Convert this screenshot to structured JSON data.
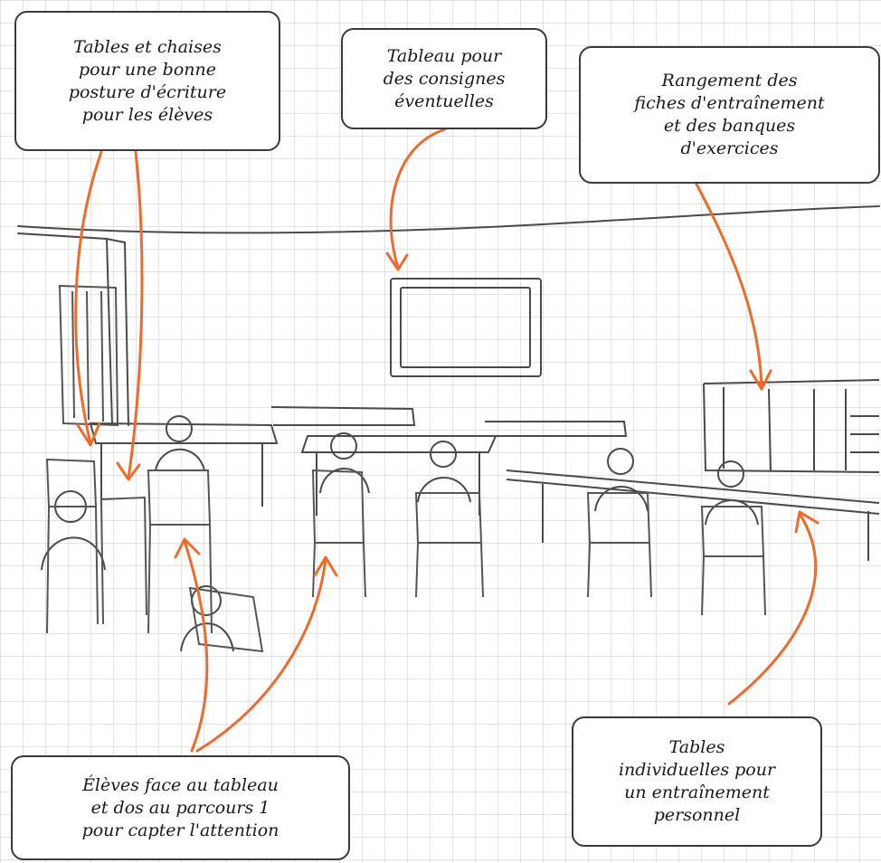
{
  "colors": {
    "arrow": "#f06a2c",
    "sketch": "#4a4a4a",
    "grid": "#e3e3e3",
    "box_border": "#3a3a3a"
  },
  "callouts": {
    "tables_chairs": "Tables et chaises\npour une bonne\nposture d'écriture\npour les élèves",
    "board": "Tableau pour\ndes consignes\néventuelles",
    "storage": "Rangement des\nfiches d'entraînement\net des banques\nd'exercices",
    "facing_board": "Élèves face au tableau\net dos au parcours 1\npour capter l'attention",
    "individual_tables": "Tables\nindividuelles pour\nun entraînement\npersonnel"
  }
}
